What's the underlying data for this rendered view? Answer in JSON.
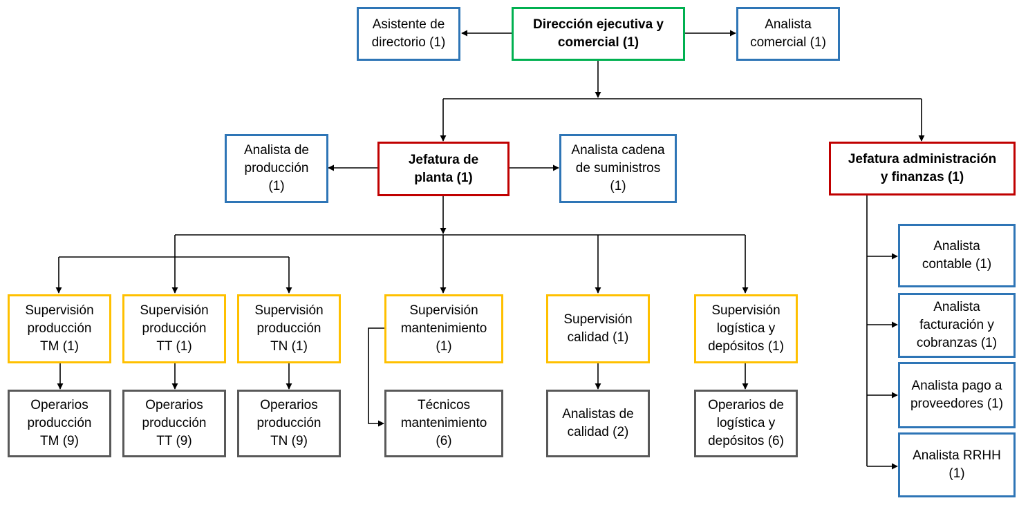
{
  "colors": {
    "executive_border": "#00b050",
    "head_border": "#c00000",
    "staff_border": "#2e75b6",
    "supervision_border": "#ffc000",
    "operations_border": "#595959",
    "connector": "#000000"
  },
  "nodes": {
    "direccion": "Dirección ejecutiva y\ncomercial (1)",
    "asistente": "Asistente de\ndirectorio (1)",
    "analista_comercial": "Analista\ncomercial (1)",
    "jefatura_planta": "Jefatura de\nplanta (1)",
    "analista_produccion": "Analista de\nproducción\n(1)",
    "analista_cadena": "Analista cadena\nde suministros\n(1)",
    "jefatura_admin": "Jefatura administración\ny finanzas (1)",
    "sup_tm": "Supervisión\nproducción\nTM (1)",
    "sup_tt": "Supervisión\nproducción\nTT (1)",
    "sup_tn": "Supervisión\nproducción\nTN (1)",
    "sup_mant": "Supervisión\nmantenimiento\n(1)",
    "sup_calidad": "Supervisión\ncalidad (1)",
    "sup_logistica": "Supervisión\nlogística y\ndepósitos (1)",
    "op_tm": "Operarios\nproducción\nTM (9)",
    "op_tt": "Operarios\nproducción\nTT (9)",
    "op_tn": "Operarios\nproducción\nTN (9)",
    "tecnicos": "Técnicos\nmantenimiento\n(6)",
    "analistas_calidad": "Analistas de\ncalidad (2)",
    "op_logistica": "Operarios de\nlogística y\ndepósitos (6)",
    "analista_contable": "Analista\ncontable (1)",
    "analista_facturacion": "Analista\nfacturación y\ncobranzas (1)",
    "analista_pago": "Analista pago a\nproveedores (1)",
    "analista_rrhh": "Analista RRHH\n(1)"
  }
}
